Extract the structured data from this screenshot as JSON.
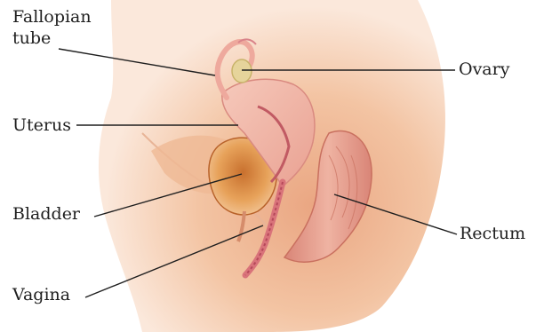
{
  "labels": {
    "fallopian_tube_line1": "Fallopian",
    "fallopian_tube_line2": "tube",
    "ovary": "Ovary",
    "uterus": "Uterus",
    "bladder": "Bladder",
    "rectum": "Rectum",
    "vagina": "Vagina"
  },
  "colors": {
    "skin_light": "#fbe6d6",
    "skin_mid": "#f3c7a6",
    "skin_dark": "#e9a886",
    "tissue_pink": "#f2b3a6",
    "tissue_deep": "#d9737a",
    "bladder_orange": "#e39a4e",
    "ovary_tan": "#e6d49b",
    "rectum_pink": "#e8a28f",
    "leader_line": "#1f1f1f"
  }
}
